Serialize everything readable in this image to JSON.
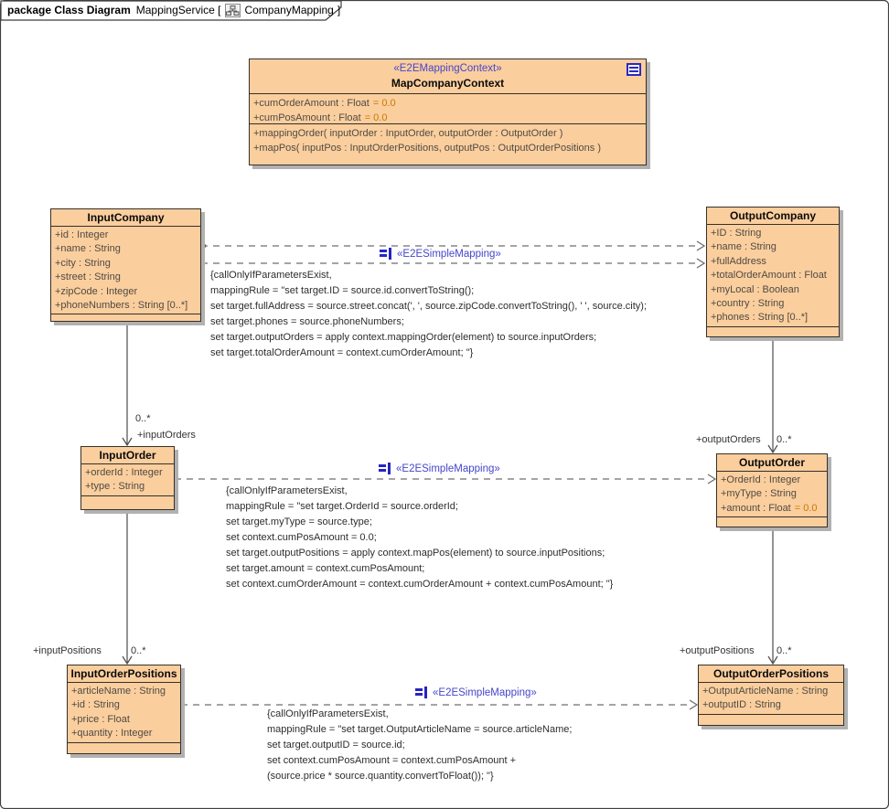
{
  "frame": {
    "kind": "package Class Diagram",
    "qualifier": "MappingService [",
    "diagram_name": "CompanyMapping",
    "close": "]"
  },
  "context_class": {
    "stereotype": "«E2EMappingContext»",
    "name": "MapCompanyContext",
    "attrs": [
      {
        "text": "+cumOrderAmount : Float",
        "init": "= 0.0"
      },
      {
        "text": "+cumPosAmount : Float",
        "init": "= 0.0"
      }
    ],
    "ops": [
      "+mappingOrder( inputOrder : InputOrder, outputOrder : OutputOrder )",
      "+mapPos( inputPos : InputOrderPositions, outputPos : OutputOrderPositions )"
    ]
  },
  "classes": {
    "input_company": {
      "name": "InputCompany",
      "attrs": [
        {
          "text": "+id : Integer",
          "init": ""
        },
        {
          "text": "+name : String",
          "init": ""
        },
        {
          "text": "+city : String",
          "init": ""
        },
        {
          "text": "+street : String",
          "init": ""
        },
        {
          "text": "+zipCode : Integer",
          "init": ""
        },
        {
          "text": "+phoneNumbers : String [0..*]",
          "init": ""
        }
      ]
    },
    "output_company": {
      "name": "OutputCompany",
      "attrs": [
        {
          "text": "+ID : String",
          "init": ""
        },
        {
          "text": "+name : String",
          "init": ""
        },
        {
          "text": "+fullAddress",
          "init": ""
        },
        {
          "text": "+totalOrderAmount : Float",
          "init": ""
        },
        {
          "text": "+myLocal : Boolean",
          "init": ""
        },
        {
          "text": "+country : String",
          "init": ""
        },
        {
          "text": "+phones : String [0..*]",
          "init": ""
        }
      ]
    },
    "input_order": {
      "name": "InputOrder",
      "attrs": [
        {
          "text": "+orderId : Integer",
          "init": ""
        },
        {
          "text": "+type : String",
          "init": ""
        }
      ]
    },
    "output_order": {
      "name": "OutputOrder",
      "attrs": [
        {
          "text": "+OrderId : Integer",
          "init": ""
        },
        {
          "text": "+myType : String",
          "init": ""
        },
        {
          "text": "+amount : Float",
          "init": "= 0.0"
        }
      ]
    },
    "input_order_positions": {
      "name": "InputOrderPositions",
      "attrs": [
        {
          "text": "+articleName : String",
          "init": ""
        },
        {
          "text": "+id : String",
          "init": ""
        },
        {
          "text": "+price : Float",
          "init": ""
        },
        {
          "text": "+quantity : Integer",
          "init": ""
        }
      ]
    },
    "output_order_positions": {
      "name": "OutputOrderPositions",
      "attrs": [
        {
          "text": "+OutputArticleName : String",
          "init": ""
        },
        {
          "text": "+outputID : String",
          "init": ""
        }
      ]
    }
  },
  "mappings": [
    {
      "stereotype": "«E2ESimpleMapping»",
      "lines": [
        "{callOnlyIfParametersExist,",
        "mappingRule = \"set target.ID = source.id.convertToString();",
        "set target.fullAddress = source.street.concat(', ', source.zipCode.convertToString(), ' ', source.city);",
        "set target.phones = source.phoneNumbers;",
        "set target.outputOrders = apply context.mappingOrder(element) to source.inputOrders;",
        "set target.totalOrderAmount = context.cumOrderAmount; \"}"
      ]
    },
    {
      "stereotype": "«E2ESimpleMapping»",
      "lines": [
        "{callOnlyIfParametersExist,",
        "mappingRule = \"set target.OrderId = source.orderId;",
        "set target.myType = source.type;",
        "set context.cumPosAmount = 0.0;",
        "set target.outputPositions = apply context.mapPos(element) to source.inputPositions;",
        "set target.amount = context.cumPosAmount;",
        "set context.cumOrderAmount = context.cumOrderAmount + context.cumPosAmount; \"}"
      ]
    },
    {
      "stereotype": "«E2ESimpleMapping»",
      "lines": [
        "{callOnlyIfParametersExist,",
        "mappingRule = \"set target.OutputArticleName = source.articleName;",
        "set target.outputID = source.id;",
        "set context.cumPosAmount = context.cumPosAmount +",
        "(source.price * source.quantity.convertToFloat()); \"}"
      ]
    }
  ],
  "assoc": {
    "input_orders": {
      "mult": "0..*",
      "role": "+inputOrders"
    },
    "input_positions": {
      "role": "+inputPositions",
      "mult": "0..*"
    },
    "output_orders": {
      "role": "+outputOrders",
      "mult": "0..*"
    },
    "output_positions": {
      "role": "+outputPositions",
      "mult": "0..*"
    }
  },
  "colors": {
    "class_fill": "#fbce9e",
    "stereotype_text": "#4646cb",
    "attribute_text": "#4f4b43",
    "attribute_default_value": "#c87800",
    "connector": "#666666",
    "shadow": "#b1b1b1"
  }
}
